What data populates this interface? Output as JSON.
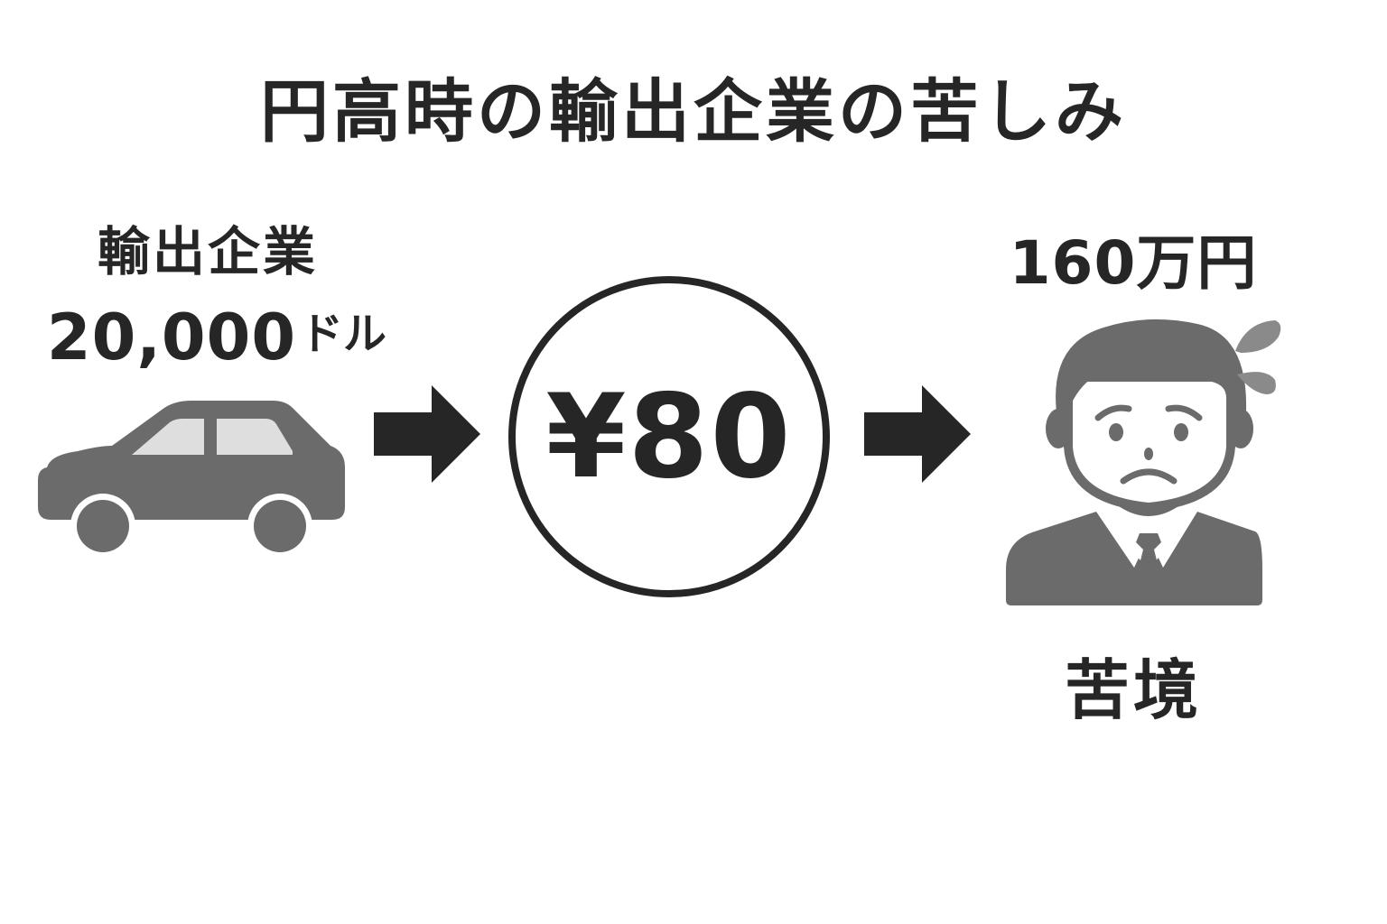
{
  "title": "円高時の輸出企業の苦しみ",
  "exporter": {
    "label": "輸出企業",
    "price_amount": "20,000",
    "price_unit": "ドル"
  },
  "exchange_rate": {
    "label": "¥80"
  },
  "result": {
    "yen_amount": "160万円",
    "hardship_label": "苦境"
  },
  "icons": {
    "exporter": "car-icon",
    "flow1": "arrow-right-icon",
    "flow2": "arrow-right-icon",
    "result": "worried-businessman-icon",
    "sweat": "sweat-drops-icon"
  },
  "colors": {
    "text": "#262626",
    "icon_fill": "#6b6b6b",
    "car_window": "#dedede",
    "arrow": "#262626"
  }
}
